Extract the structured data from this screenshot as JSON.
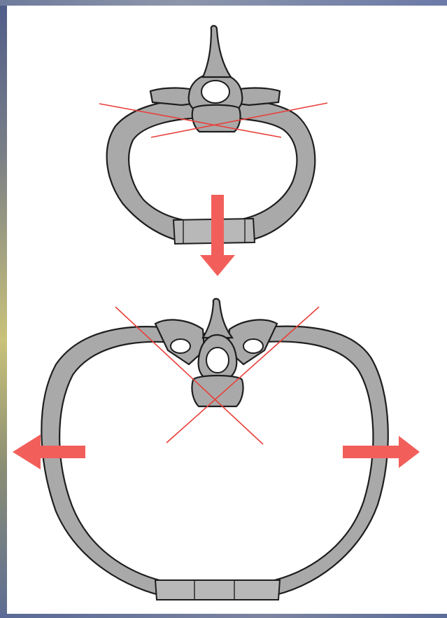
{
  "figure": {
    "panels": [
      {
        "id": "narrow-thorax",
        "description_shown": false
      },
      {
        "id": "wide-thorax",
        "description_shown": false
      }
    ],
    "colors": {
      "bone_fill": "#a9a9a9",
      "bone_outline": "#1e1e1e",
      "axis_line": "#e8403a",
      "arrow": "#f25f5a",
      "background": "#ffffff"
    },
    "arrows": [
      {
        "name": "arrow-down",
        "direction": "down"
      },
      {
        "name": "arrow-left",
        "direction": "left"
      },
      {
        "name": "arrow-right",
        "direction": "right"
      }
    ]
  }
}
